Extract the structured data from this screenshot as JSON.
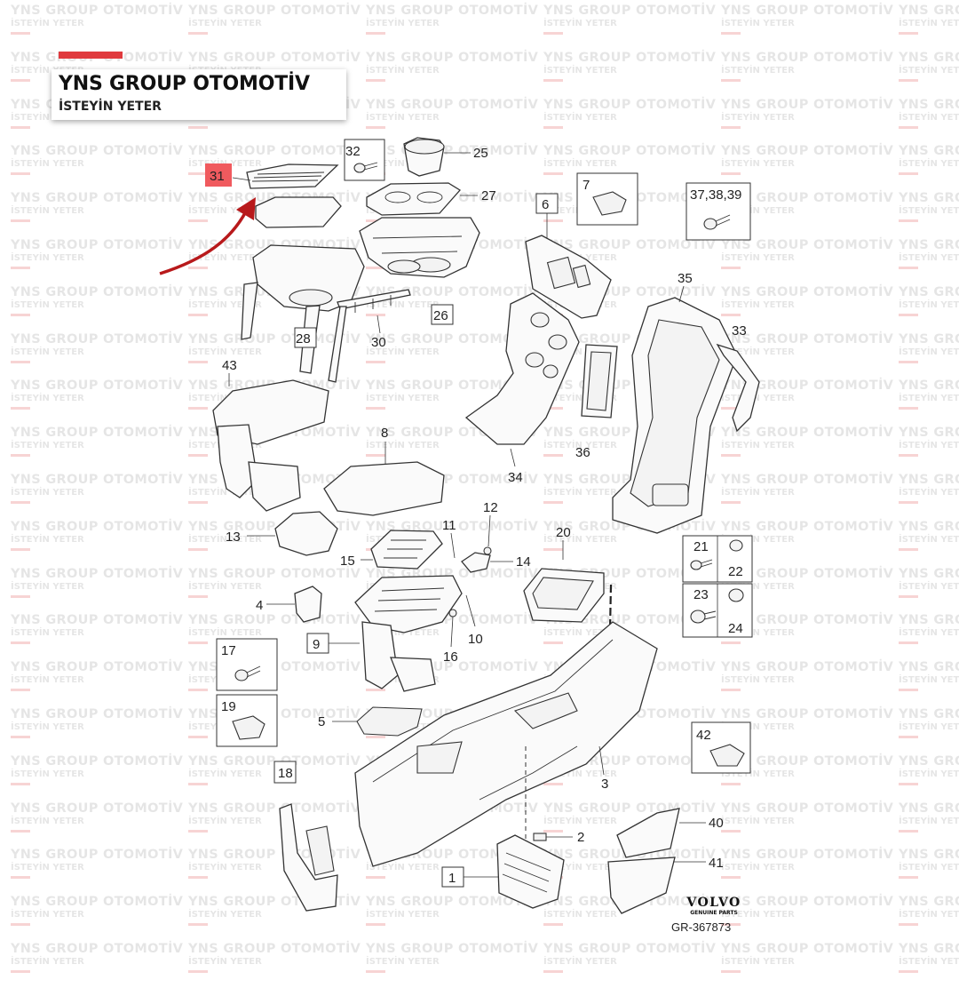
{
  "brand": {
    "name": "YNS GROUP OTOMOTİV",
    "tagline": "İSTEYİN YETER",
    "accent": "#e03a3e"
  },
  "watermark": {
    "line1": "YNS GROUP OTOMOTİV",
    "line2": "İSTEYİN YETER"
  },
  "highlight": {
    "part": "31",
    "color": "#f05a5e",
    "arrow_color": "#b8191b"
  },
  "callouts": {
    "c1": "1",
    "c2": "2",
    "c3": "3",
    "c4": "4",
    "c5": "5",
    "c6": "6",
    "c7": "7",
    "c8": "8",
    "c9": "9",
    "c10": "10",
    "c11": "11",
    "c12": "12",
    "c13": "13",
    "c14": "14",
    "c15": "15",
    "c16": "16",
    "c17": "17",
    "c18": "18",
    "c19": "19",
    "c20": "20",
    "c21": "21",
    "c22": "22",
    "c23": "23",
    "c24": "24",
    "c25": "25",
    "c26": "26",
    "c27": "27",
    "c28": "28",
    "c30": "30",
    "c31": "31",
    "c32": "32",
    "c33": "33",
    "c34": "34",
    "c35": "35",
    "c36": "36",
    "c373839": "37,38,39",
    "c40": "40",
    "c41": "41",
    "c42": "42",
    "c43": "43"
  },
  "manufacturer": {
    "name": "VOLVO",
    "subtitle": "GENUINE PARTS"
  },
  "diagram_code": "GR-367873"
}
